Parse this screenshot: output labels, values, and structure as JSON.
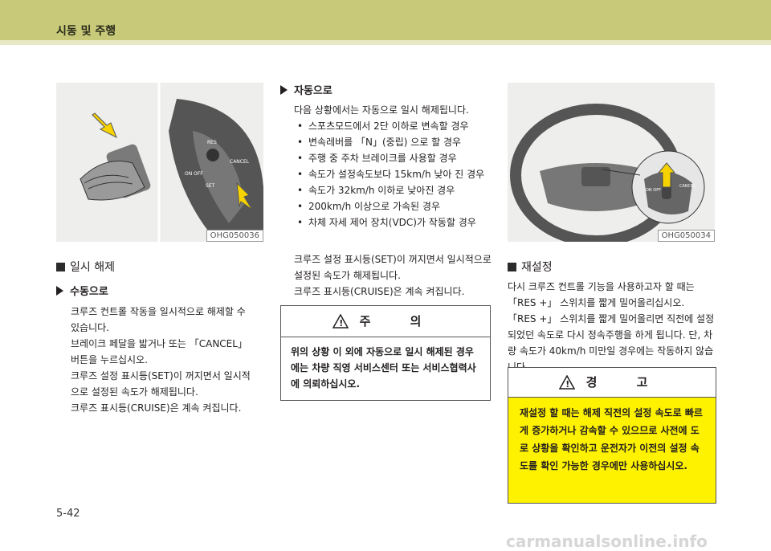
{
  "header": {
    "title": "시동 및 주행"
  },
  "figures": {
    "left_code": "OHG050036",
    "right_code": "OHG050034",
    "switch_labels": {
      "res": "RES",
      "set": "SET",
      "cancel": "CANCEL",
      "on_off": "ON OFF"
    }
  },
  "left_column": {
    "section_title": "일시 해제",
    "sub_title": "수동으로",
    "paragraphs": [
      "크루즈 컨트롤 작동을 일시적으로 해제할 수 있습니다.",
      "브레이크 페달을 밟거나 또는 「CANCEL」 버튼을 누르십시오.",
      "크루즈 설정 표시등(SET)이 꺼지면서 일시적으로 설정된 속도가 해제됩니다.",
      "크루즈 표시등(CRUISE)은 계속 켜집니다."
    ]
  },
  "middle_column": {
    "sub_title": "자동으로",
    "intro": "다음 상황에서는 자동으로 일시 해제됩니다.",
    "bullets": [
      "스포츠모드에서 2단 이하로 변속할 경우",
      "변속레버를 「N」(중립) 으로 할 경우",
      "주행 중 주차 브레이크를 사용할 경우",
      "속도가 설정속도보다 15km/h 낮아 진 경우",
      "속도가 32km/h 이하로 낮아진 경우",
      "200km/h 이상으로 가속된 경우",
      "차체 자세 제어 장치(VDC)가 작동할 경우"
    ],
    "paragraphs": [
      "크루즈 설정 표시등(SET)이 꺼지면서 일시적으로 설정된 속도가 해제됩니다.",
      "크루즈 표시등(CRUISE)은 계속 켜집니다."
    ],
    "caution": {
      "title": "주 의",
      "body": "위의 상황 이 외에 자동으로 일시 해제된 경우에는 차량 직영 서비스센터 또는 서비스협력사에 의뢰하십시오."
    }
  },
  "right_column": {
    "section_title": "재설정",
    "paragraph": "다시 크루즈 컨트롤 기능을 사용하고자 할 때는 「RES +」 스위치를 짧게 밀어올리십시오. 「RES +」 스위치를 짧게 밀어올리면 직전에 설정되었던 속도로 다시 정속주행을 하게 됩니다. 단, 차량 속도가 40km/h 미만일 경우에는 작동하지 않습니다.",
    "warning": {
      "title": "경 고",
      "body": "재설정 할 때는 해제 직전의 설정 속도로 빠르게 증가하거나 감속할 수 있으므로 사전에 도로 상황을 확인하고 운전자가 이전의 설정 속도를 확인 가능한 경우에만 사용하십시오."
    }
  },
  "footer": {
    "page_number": "5-42",
    "watermark": "carmanualsonline.info"
  }
}
